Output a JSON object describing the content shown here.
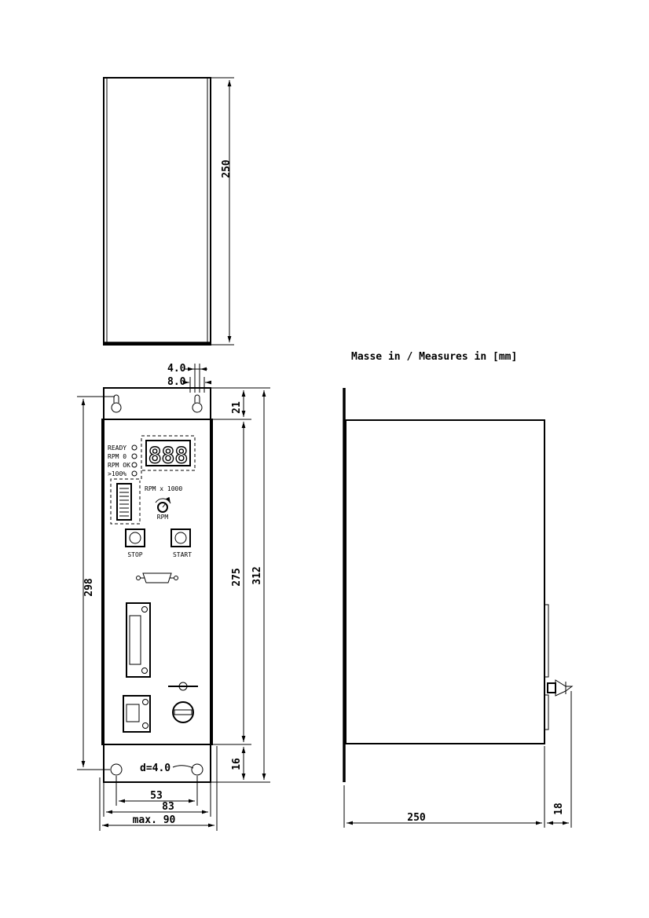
{
  "header": {
    "note": "Masse in / Measures in [mm]"
  },
  "top_view": {
    "height_dim": "250"
  },
  "front_view": {
    "dim_slot_width": "4.0",
    "dim_slot_span": "8.0",
    "dim_top_margin": "21",
    "dim_panel_height": "275",
    "dim_total_height": "312",
    "dim_hole_spacing_vertical": "298",
    "dim_bottom_margin": "16",
    "dim_hole_diameter": "d=4.0",
    "dim_hole_spacing_horizontal": "53",
    "dim_panel_width": "83",
    "dim_max_width": "max. 90"
  },
  "panel": {
    "led_labels": [
      "READY",
      "RPM 0",
      "RPM OK",
      ">100%"
    ],
    "display_digits": "888",
    "rpm_scale_label": "RPM x 1000",
    "knob_label": "RPM",
    "stop_label": "STOP",
    "start_label": "START"
  },
  "side_view": {
    "depth_dim": "250",
    "protrusion_dim": "18"
  }
}
